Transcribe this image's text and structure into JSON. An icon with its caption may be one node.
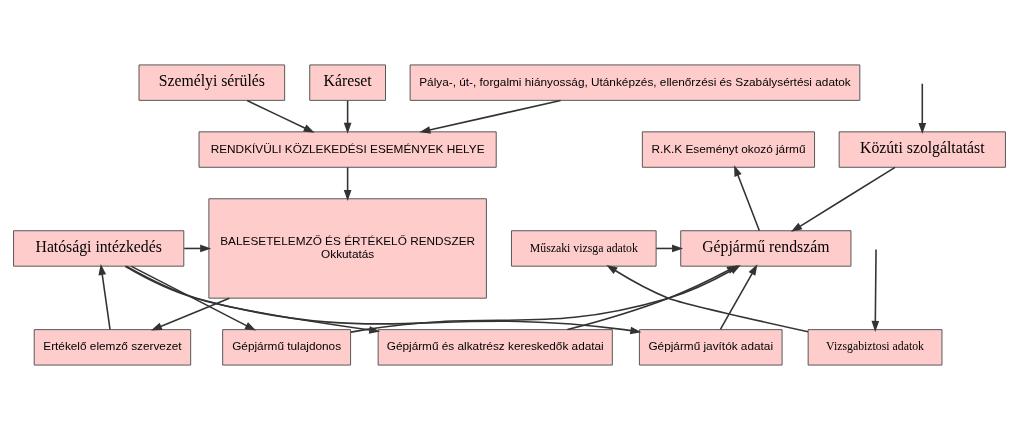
{
  "diagram": {
    "nodes": [
      {
        "text": [
          "Személyi sérülés"
        ]
      },
      {
        "text": [
          "Káreset"
        ]
      },
      {
        "text": [
          "Pálya-, út-, forgalmi hiányosság, Utánképzés, ellenőrzési és Szabálysértési adatok"
        ]
      },
      {
        "text": [
          "RENDKÍVÜLI KÖZLEKEDÉSI ESEMÉNYEK HELYE"
        ]
      },
      {
        "text": [
          "R.K.K Eseményt okozó jármű"
        ]
      },
      {
        "text": [
          "Közúti szolgáltatást"
        ]
      },
      {
        "text": [
          "Hatósági intézkedés"
        ]
      },
      {
        "text": [
          "BALESETELEMZŐ ÉS ÉRTÉKELŐ RENDSZER",
          "Okkutatás"
        ]
      },
      {
        "text": [
          "Műszaki vizsga adatok"
        ]
      },
      {
        "text": [
          "Gépjármű rendszám"
        ]
      },
      {
        "text": [
          "Ertékelő elemző szervezet"
        ]
      },
      {
        "text": [
          "Vizsgabiztosi adatok"
        ]
      },
      {
        "text": [
          "Gépjármű tulajdonos"
        ]
      },
      {
        "text": [
          "Gépjármű és alkatrész kereskedők adatai"
        ]
      },
      {
        "text": [
          "Gépjármű javítók adatai"
        ]
      }
    ],
    "edges": [
      {
        "from": 0,
        "to": 3,
        "arrow": "to"
      },
      {
        "from": 1,
        "to": 3,
        "arrow": "to"
      },
      {
        "from": 2,
        "to": 3,
        "arrow": "to"
      },
      {
        "from": 3,
        "to": 7,
        "arrow": "to"
      },
      {
        "from": 6,
        "to": 7,
        "arrow": "to"
      },
      {
        "from": 7,
        "to": 10,
        "arrow": "to"
      },
      {
        "from": 10,
        "to": 6,
        "arrow": "to"
      },
      {
        "from": 9,
        "to": 4,
        "arrow": "to"
      },
      {
        "from": null,
        "to": 5,
        "arrow": "to"
      },
      {
        "from": 5,
        "to": 9,
        "arrow": "to"
      },
      {
        "from": 8,
        "to": 9,
        "arrow": "to"
      },
      {
        "from": 11,
        "to": 8,
        "arrow": "to"
      },
      {
        "from": null,
        "to": 11,
        "arrow": "to"
      },
      {
        "from": 12,
        "to": 9,
        "arrow": "to"
      },
      {
        "from": 13,
        "to": 9,
        "arrow": "to"
      },
      {
        "from": 14,
        "to": 9,
        "arrow": "to"
      },
      {
        "from": 6,
        "to": 12,
        "arrow": "to"
      },
      {
        "from": 6,
        "to": 13,
        "arrow": "to"
      },
      {
        "from": 6,
        "to": 14,
        "arrow": "to"
      }
    ]
  }
}
